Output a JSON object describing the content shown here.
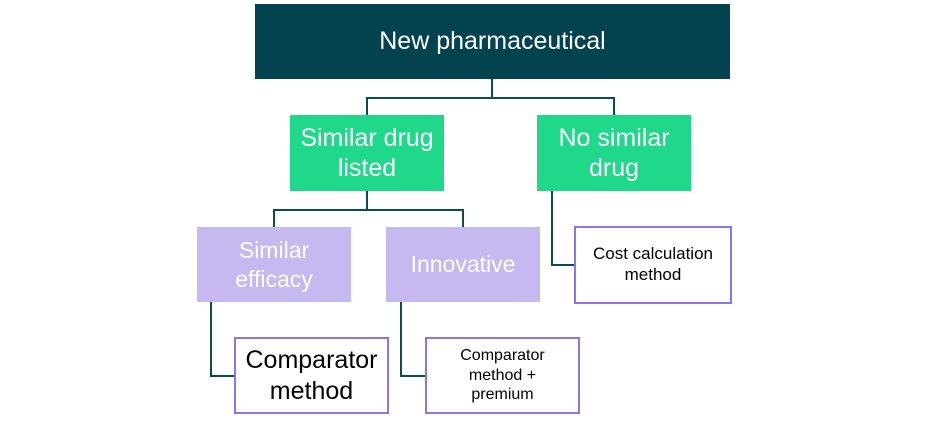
{
  "diagram": {
    "root": {
      "label": "New pharmaceutical"
    },
    "similar_drug": {
      "label": "Similar drug\nlisted"
    },
    "no_similar_drug": {
      "label": "No similar\ndrug"
    },
    "similar_efficacy": {
      "label": "Similar\nefficacy"
    },
    "innovative": {
      "label": "Innovative"
    },
    "comparator_method": {
      "label": "Comparator\nmethod"
    },
    "comparator_premium": {
      "label": "Comparator\nmethod +\npremium"
    },
    "cost_calculation": {
      "label": "Cost calculation\nmethod"
    }
  },
  "colors": {
    "root": "#02434f",
    "green": "#1fd88a",
    "lavender": "#c5b9ef",
    "outline": "#8f73e8",
    "connector": "#0a4b55"
  }
}
